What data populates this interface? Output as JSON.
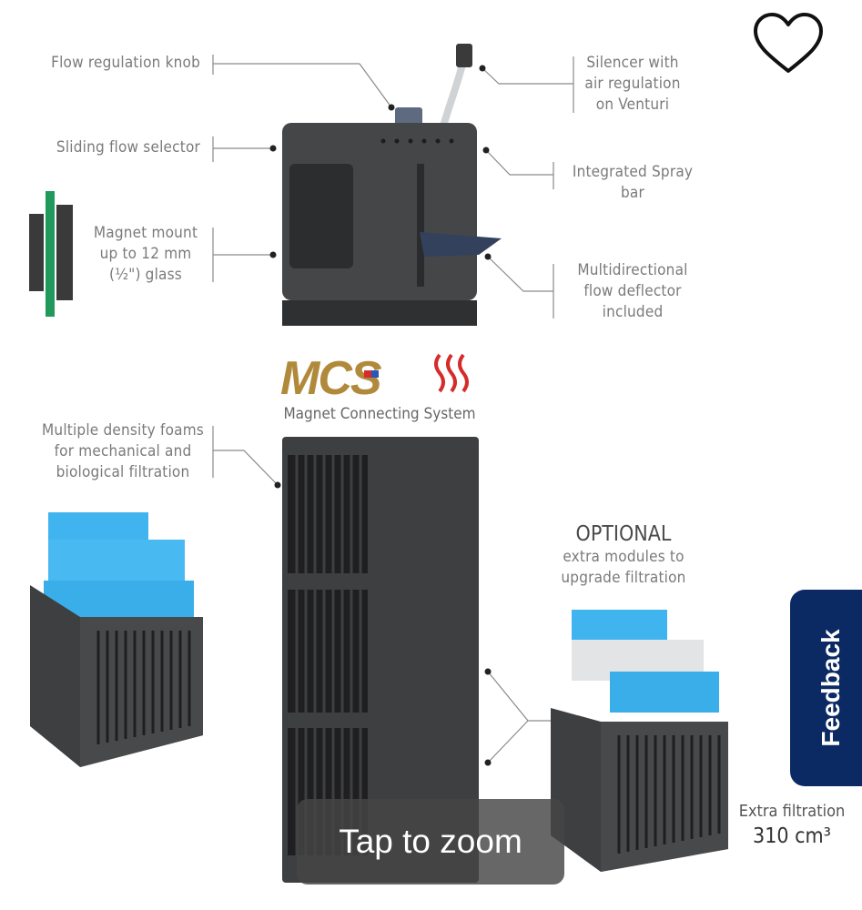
{
  "labels": {
    "flow_knob": "Flow regulation knob",
    "sliding_selector": "Sliding flow selector",
    "magnet_mount_1": "Magnet mount",
    "magnet_mount_2": "up to 12 mm",
    "magnet_mount_3": "(½\") glass",
    "foams_1": "Multiple density foams",
    "foams_2": "for mechanical and",
    "foams_3": "biological filtration",
    "silencer_1": "Silencer with",
    "silencer_2": "air regulation",
    "silencer_3": "on Venturi",
    "spray_1": "Integrated Spray",
    "spray_2": "bar",
    "deflector_1": "Multidirectional",
    "deflector_2": "flow deflector",
    "deflector_3": "included"
  },
  "brand": {
    "logo_text": "MCS",
    "subtitle": "Magnet Connecting System"
  },
  "optional": {
    "title": "OPTIONAL",
    "line1": "extra modules to",
    "line2": "upgrade filtration"
  },
  "extra_filtration": {
    "label": "Extra filtration",
    "value": "310 cm³"
  },
  "controls": {
    "zoom_label": "Tap to zoom",
    "feedback_label": "Feedback",
    "favorite_icon": "heart-outline-icon"
  },
  "colors": {
    "feedback_bg": "#0b2a63",
    "logo_gold": "#b08a3a",
    "wave_red": "#d52b2b",
    "foam_blue": "#3fb4ef"
  }
}
